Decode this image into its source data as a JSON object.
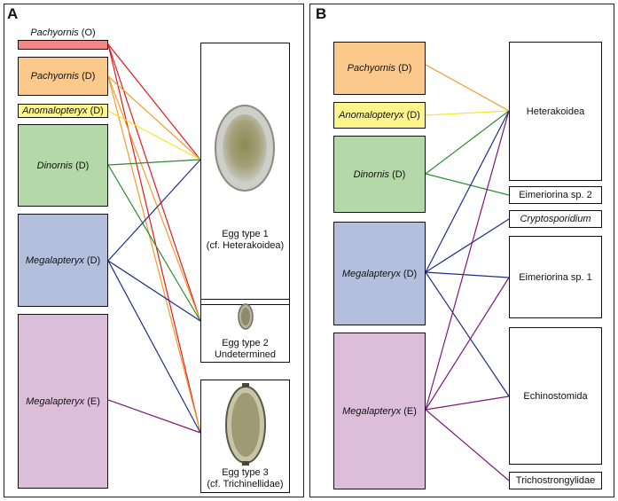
{
  "panels": {
    "a": {
      "letter": "A",
      "hosts": [
        {
          "id": "pachyornis_o",
          "name": "Pachyornis",
          "suffix": " (O)",
          "color": "#f08888"
        },
        {
          "id": "pachyornis_d",
          "name": "Pachyornis",
          "suffix": " (D)",
          "color": "#fbc98c"
        },
        {
          "id": "anomalopteryx_d",
          "name": "Anomalopteryx",
          "suffix": " (D)",
          "color": "#fcf58c"
        },
        {
          "id": "dinornis_d",
          "name": "Dinornis",
          "suffix": " (D)",
          "color": "#b5d8a8"
        },
        {
          "id": "megalapteryx_d",
          "name": "Megalapteryx",
          "suffix": " (D)",
          "color": "#b4bfde"
        },
        {
          "id": "megalapteryx_e",
          "name": "Megalapteryx",
          "suffix": " (E)",
          "color": "#dcbedb"
        }
      ],
      "eggs": [
        {
          "id": "egg1",
          "line1": "Egg type 1",
          "line2": "(cf. Heterakoidea)"
        },
        {
          "id": "egg2",
          "line1": "Egg type 2",
          "line2": "Undetermined"
        },
        {
          "id": "egg3",
          "line1": "Egg type 3",
          "line2": "(cf. Trichinellidae)"
        }
      ]
    },
    "b": {
      "letter": "B",
      "hosts": [
        {
          "id": "pachyornis_d",
          "name": "Pachyornis",
          "suffix": " (D)",
          "color": "#fbc98c"
        },
        {
          "id": "anomalopteryx_d",
          "name": "Anomalopteryx",
          "suffix": " (D)",
          "color": "#fcf58c"
        },
        {
          "id": "dinornis_d",
          "name": "Dinornis",
          "suffix": " (D)",
          "color": "#b5d8a8"
        },
        {
          "id": "megalapteryx_d",
          "name": "Megalapteryx",
          "suffix": " (D)",
          "color": "#b4bfde"
        },
        {
          "id": "megalapteryx_e",
          "name": "Megalapteryx",
          "suffix": " (E)",
          "color": "#dcbedb"
        }
      ],
      "parasites": [
        {
          "id": "heterakoidea",
          "label": "Heterakoidea",
          "italic": false
        },
        {
          "id": "eimeriorina2",
          "label": "Eimeriorina sp. 2",
          "italic": false
        },
        {
          "id": "cryptosporidium",
          "label": "Cryptosporidium",
          "italic": true
        },
        {
          "id": "eimeriorina1",
          "label": "Eimeriorina sp. 1",
          "italic": false
        },
        {
          "id": "echinostomida",
          "label": "Echinostomida",
          "italic": false
        },
        {
          "id": "trichostrongylidae",
          "label": "Trichostrongylidae",
          "italic": false
        }
      ]
    }
  },
  "link_colors": {
    "pachyornis_o": "#e41a1c",
    "pachyornis_d": "#f39c2c",
    "anomalopteryx_d": "#f5e62a",
    "dinornis_d": "#2e8b2e",
    "megalapteryx_d": "#1f2d8a",
    "megalapteryx_e": "#7a1a7a"
  },
  "links_a": [
    [
      "pachyornis_o",
      "egg1"
    ],
    [
      "pachyornis_o",
      "egg2"
    ],
    [
      "pachyornis_o",
      "egg3"
    ],
    [
      "pachyornis_d",
      "egg1"
    ],
    [
      "pachyornis_d",
      "egg2"
    ],
    [
      "pachyornis_d",
      "egg3"
    ],
    [
      "anomalopteryx_d",
      "egg1"
    ],
    [
      "dinornis_d",
      "egg1"
    ],
    [
      "dinornis_d",
      "egg2"
    ],
    [
      "megalapteryx_d",
      "egg1"
    ],
    [
      "megalapteryx_d",
      "egg2"
    ],
    [
      "megalapteryx_d",
      "egg3"
    ],
    [
      "megalapteryx_e",
      "egg3"
    ]
  ],
  "links_b": [
    [
      "pachyornis_d",
      "heterakoidea"
    ],
    [
      "anomalopteryx_d",
      "heterakoidea"
    ],
    [
      "dinornis_d",
      "heterakoidea"
    ],
    [
      "dinornis_d",
      "eimeriorina2"
    ],
    [
      "megalapteryx_d",
      "heterakoidea"
    ],
    [
      "megalapteryx_d",
      "cryptosporidium"
    ],
    [
      "megalapteryx_d",
      "eimeriorina1"
    ],
    [
      "megalapteryx_d",
      "echinostomida"
    ],
    [
      "megalapteryx_e",
      "heterakoidea"
    ],
    [
      "megalapteryx_e",
      "eimeriorina1"
    ],
    [
      "megalapteryx_e",
      "echinostomida"
    ],
    [
      "megalapteryx_e",
      "trichostrongylidae"
    ]
  ]
}
